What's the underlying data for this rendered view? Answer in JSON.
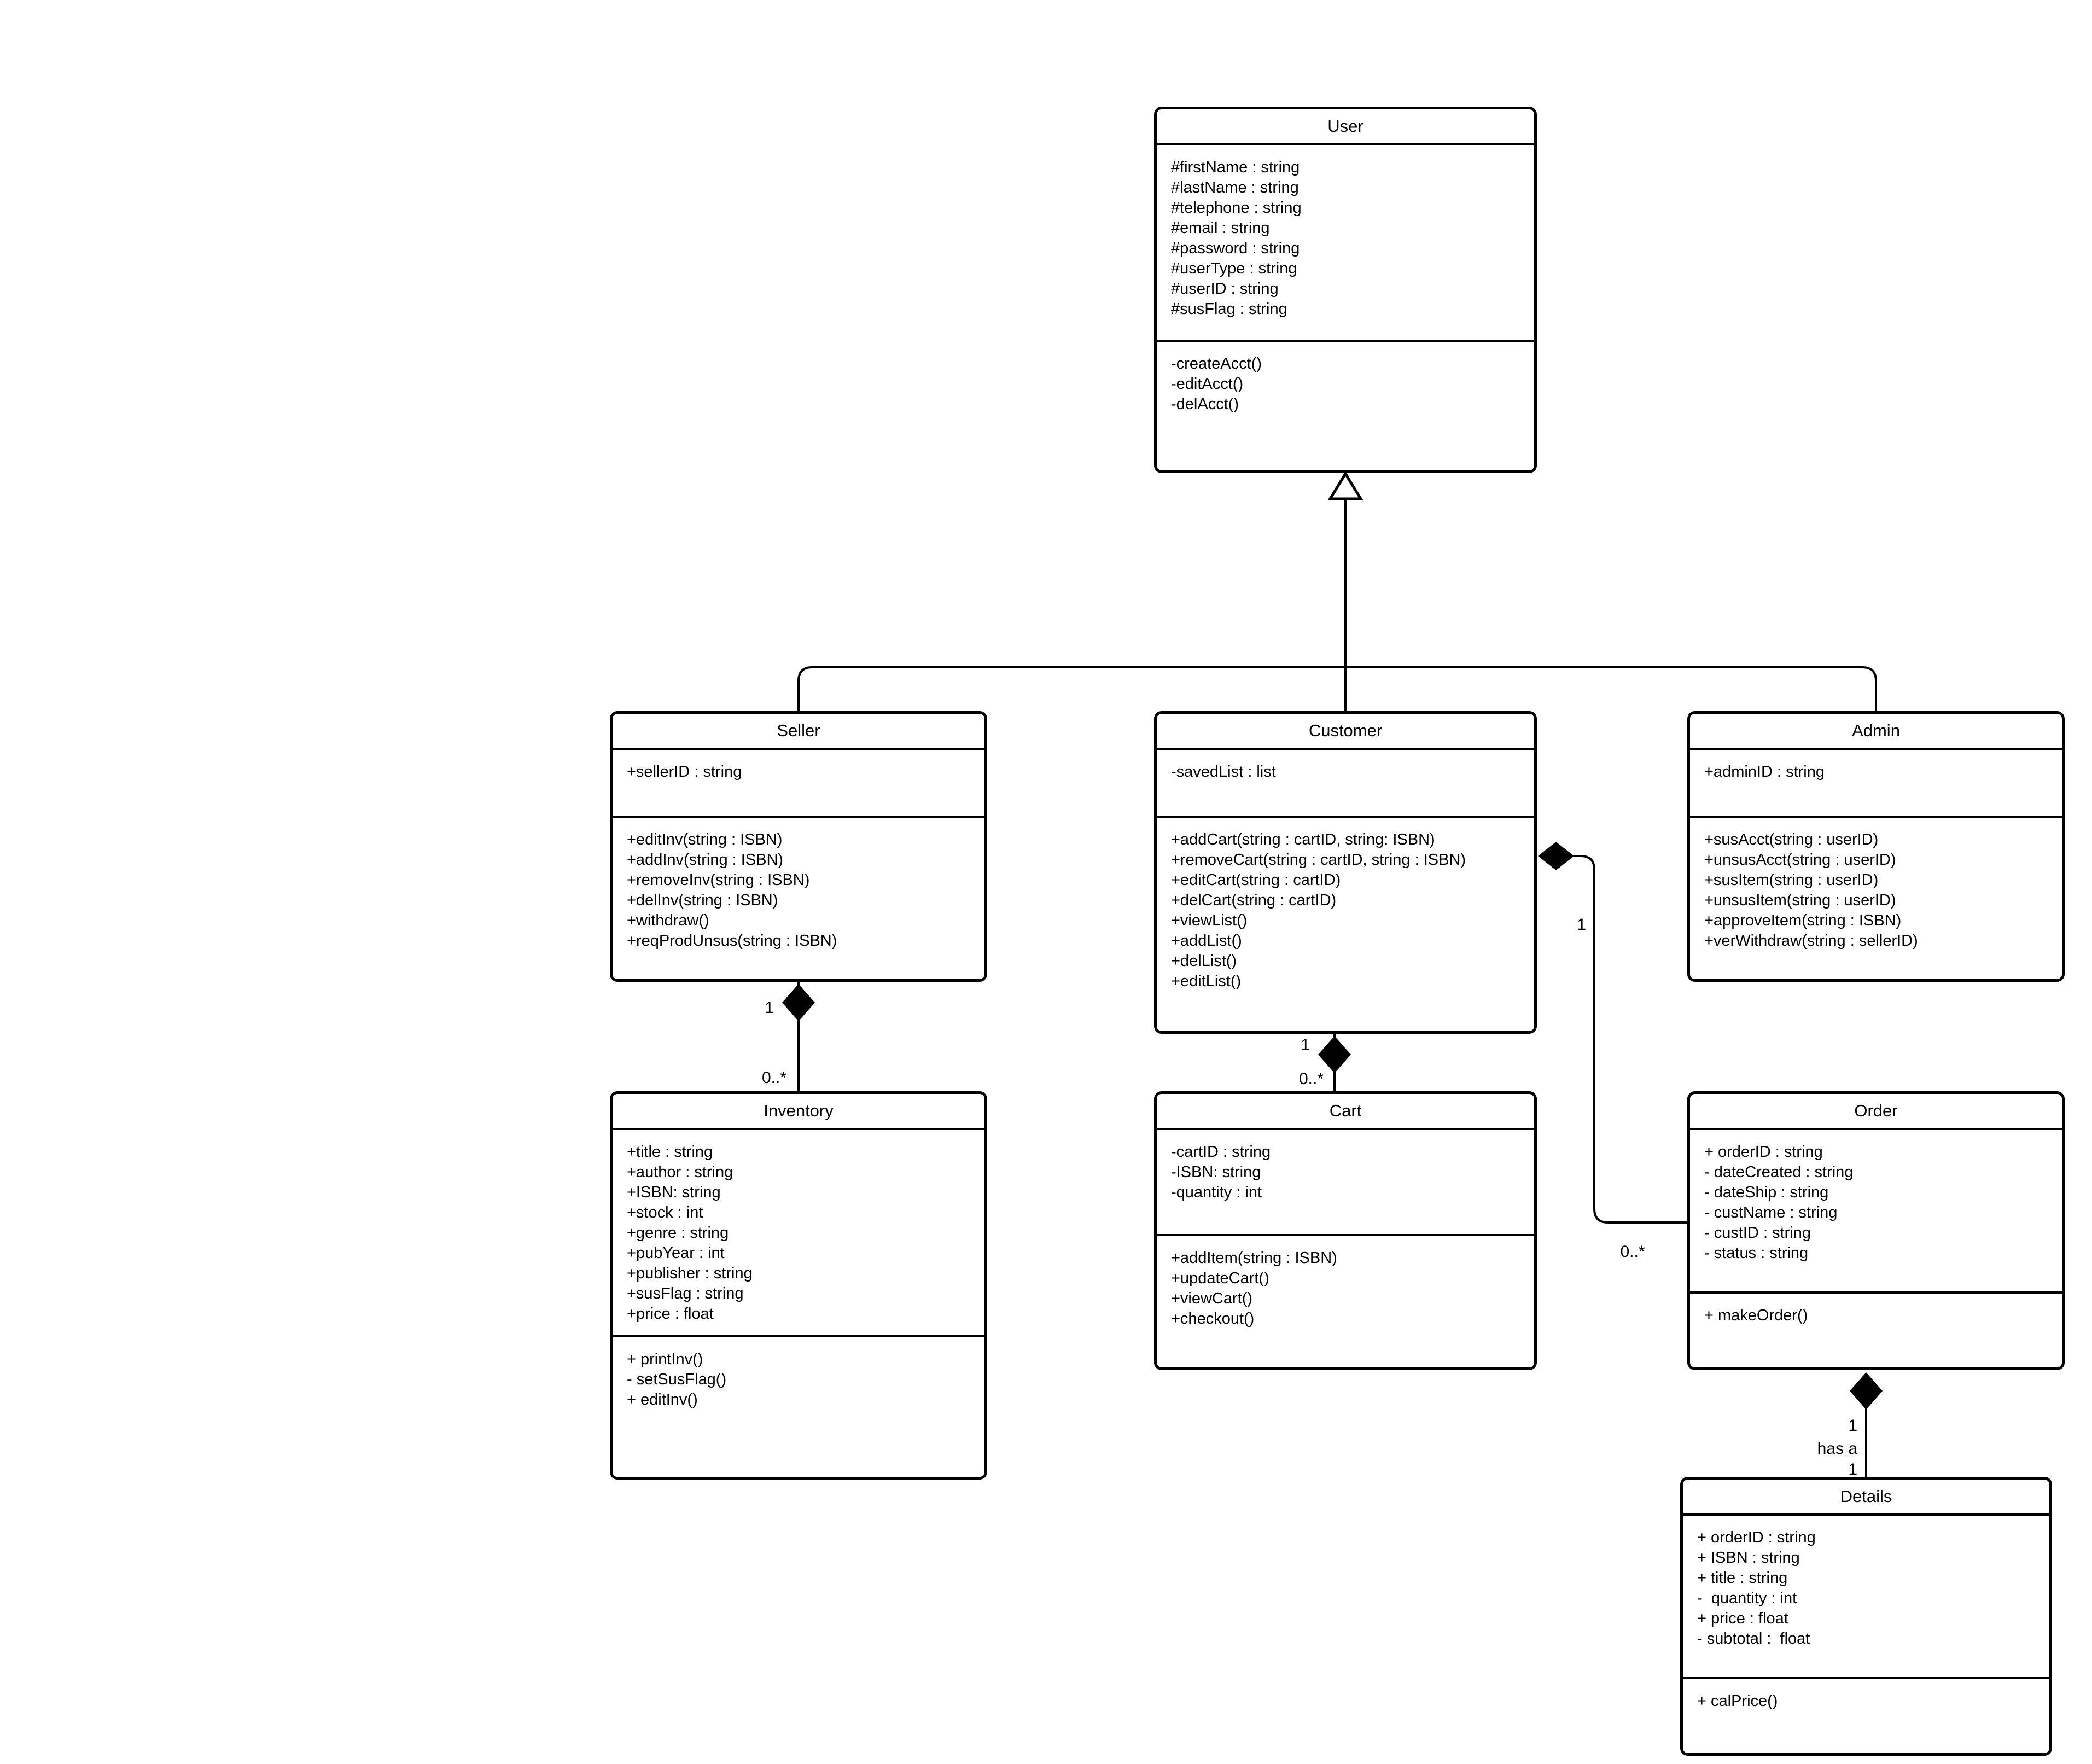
{
  "classes": [
    {
      "name": "User",
      "attributes": [
        "#firstName : string",
        "#lastName : string",
        "#telephone : string",
        "#email : string",
        "#password : string",
        "#userType : string",
        "#userID : string",
        "#susFlag : string"
      ],
      "methods": [
        "-createAcct()",
        "-editAcct()",
        "-delAcct()"
      ]
    },
    {
      "name": "Seller",
      "attributes": [
        "+sellerID : string"
      ],
      "methods": [
        "+editInv(string : ISBN)",
        "+addInv(string : ISBN)",
        "+removeInv(string : ISBN)",
        "+delInv(string : ISBN)",
        "+withdraw()",
        "+reqProdUnsus(string : ISBN)"
      ]
    },
    {
      "name": "Customer",
      "attributes": [
        "-savedList : list"
      ],
      "methods": [
        "+addCart(string : cartID, string: ISBN)",
        "+removeCart(string : cartID, string : ISBN)",
        "+editCart(string : cartID)",
        "+delCart(string : cartID)",
        "+viewList()",
        "+addList()",
        "+delList()",
        "+editList()"
      ]
    },
    {
      "name": "Admin",
      "attributes": [
        "+adminID : string"
      ],
      "methods": [
        "+susAcct(string : userID)",
        "+unsusAcct(string : userID)",
        "+susItem(string : userID)",
        "+unsusItem(string : userID)",
        "+approveItem(string : ISBN)",
        "+verWithdraw(string : sellerID)"
      ]
    },
    {
      "name": "Inventory",
      "attributes": [
        "+title : string",
        "+author : string",
        "+ISBN: string",
        "+stock : int",
        "+genre : string",
        "+pubYear : int",
        "+publisher : string",
        "+susFlag : string",
        "+price : float"
      ],
      "methods": [
        "+ printInv()",
        "- setSusFlag()",
        "+ editInv()"
      ]
    },
    {
      "name": "Cart",
      "attributes": [
        "-cartID : string",
        "-ISBN: string",
        "-quantity : int"
      ],
      "methods": [
        "+addItem(string : ISBN)",
        "+updateCart()",
        "+viewCart()",
        "+checkout()"
      ]
    },
    {
      "name": "Order",
      "attributes": [
        "+ orderID : string",
        "- dateCreated : string",
        "- dateShip : string",
        "- custName : string",
        "- custID : string",
        "- status : string"
      ],
      "methods": [
        "+ makeOrder()"
      ]
    },
    {
      "name": "Details",
      "attributes": [
        "+ orderID : string",
        "+ ISBN : string",
        "+ title : string",
        "-  quantity : int",
        "+ price : float",
        "- subtotal :  float"
      ],
      "methods": [
        "+ calPrice()"
      ]
    }
  ],
  "relationships": {
    "user_generalization": {
      "type": "generalization",
      "parent": "User",
      "children": "Seller, Customer, Admin"
    },
    "seller_inventory": {
      "type": "composition",
      "near_multiplicity": "1",
      "far_multiplicity": "0..*"
    },
    "customer_cart": {
      "type": "composition",
      "near_multiplicity": "1",
      "far_multiplicity": "0..*"
    },
    "customer_order": {
      "type": "composition",
      "near_multiplicity": "1",
      "far_multiplicity": "0..*"
    },
    "order_details": {
      "type": "composition",
      "near_multiplicity": "1",
      "label": "has a",
      "far_multiplicity": "1"
    }
  }
}
